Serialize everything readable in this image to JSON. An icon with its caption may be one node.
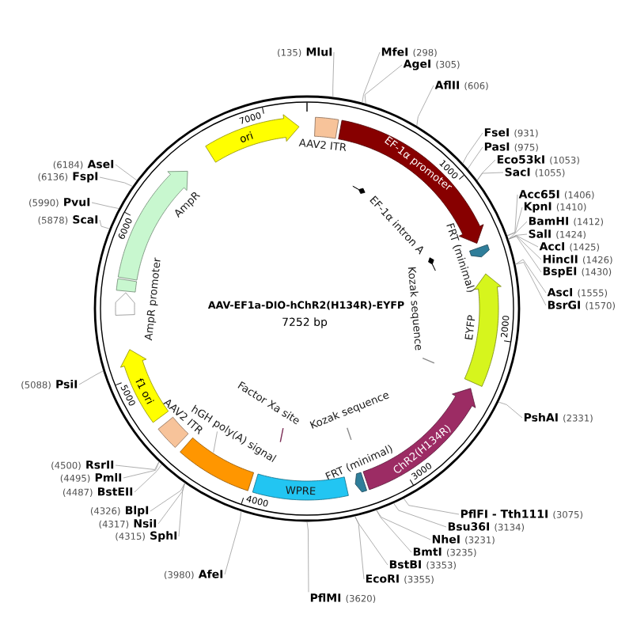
{
  "diagram": {
    "nodes": [
      {
        "text": [
          "AAV-EF1a-DIO-hChR2(H134R)-EYFP",
          "7252 bp"
        ]
      },
      {
        "text": [
          "AAV2 ITR"
        ],
        "in": 0
      },
      {
        "text": [
          "EF-1α promoter"
        ],
        "in": 0
      },
      {
        "text": [
          "EF-1α intron A"
        ],
        "in": 0
      },
      {
        "text": [
          "FRT (minimal)"
        ],
        "in": 0
      },
      {
        "text": [
          "EYFP"
        ],
        "in": 0
      },
      {
        "text": [
          "Kozak sequence"
        ],
        "in": 0
      },
      {
        "text": [
          "ChR2(H134R)"
        ],
        "in": 0
      },
      {
        "text": [
          "FRT (minimal)"
        ],
        "in": 0
      },
      {
        "text": [
          "Kozak sequence"
        ],
        "in": 0
      },
      {
        "text": [
          "WPRE"
        ],
        "in": 0
      },
      {
        "text": [
          "Factor Xa site"
        ],
        "in": 0
      },
      {
        "text": [],
        "shape": "box",
        "in": 0
      },
      {
        "text": [
          "hGH poly(A) signal"
        ],
        "in": 0
      },
      {
        "text": [
          "AAV2 ITR"
        ],
        "in": 0
      },
      {
        "text": [
          "f1 ori"
        ],
        "in": 0
      },
      {
        "text": [
          "AmpR promoter"
        ],
        "in": 0
      },
      {
        "text": [
          "AmpR"
        ],
        "in": 0
      },
      {
        "text": [
          "ori"
        ],
        "in": 0
      },
      {
        "text": [
          "(135)",
          "MluI"
        ]
      },
      {
        "text": [
          "MfeI",
          "(298)"
        ]
      },
      {
        "text": [
          "AgeI",
          "(305)"
        ]
      },
      {
        "text": [
          "AflII",
          "(606)"
        ]
      },
      {
        "text": [
          "FseI",
          "(931)"
        ]
      },
      {
        "text": [
          "PasI",
          "(975)"
        ]
      },
      {
        "text": [
          "Eco53kI",
          "(1053)"
        ]
      },
      {
        "text": [
          "SacI",
          "(1055)"
        ]
      },
      {
        "text": [
          "Acc65I",
          "(1406)"
        ]
      },
      {
        "text": [
          "KpnI",
          "(1410)"
        ]
      },
      {
        "text": [
          "BamHI",
          "(1412)"
        ]
      },
      {
        "text": [
          "SalI",
          "(1424)"
        ]
      },
      {
        "text": [
          "AccI",
          "(1425)"
        ]
      },
      {
        "text": [
          "HincII",
          "(1426)"
        ]
      },
      {
        "text": [
          "BspEI",
          "(1430)"
        ]
      },
      {
        "text": [
          "AscI",
          "(1555)"
        ]
      },
      {
        "text": [
          "BsrGI",
          "(1570)"
        ]
      },
      {
        "text": [
          "PshAI",
          "(2331)"
        ]
      },
      {
        "text": [
          "PflFI - Tth111I",
          "(3075)"
        ]
      },
      {
        "text": [
          "Bsu36I",
          "(3134)"
        ]
      },
      {
        "text": [
          "NheI",
          "(3231)"
        ]
      },
      {
        "text": [
          "BmtI",
          "(3235)"
        ]
      },
      {
        "text": [
          "BstBI",
          "(3353)"
        ]
      },
      {
        "text": [
          "EcoRI",
          "(3355)"
        ]
      },
      {
        "text": [
          "PflMI",
          "(3620)"
        ]
      },
      {
        "text": [
          "(3980)",
          "AfeI"
        ]
      },
      {
        "text": [
          "(4315)",
          "SphI"
        ]
      },
      {
        "text": [
          "(4317)",
          "NsiI"
        ]
      },
      {
        "text": [
          "(4326)",
          "BlpI"
        ]
      },
      {
        "text": [
          "(4487)",
          "BstEII"
        ]
      },
      {
        "text": [
          "(4495)",
          "PmlI"
        ]
      },
      {
        "text": [
          "(4500)",
          "RsrII"
        ]
      },
      {
        "text": [
          "(5088)",
          "PsiI"
        ]
      },
      {
        "text": [
          "(5878)",
          "ScaI"
        ]
      },
      {
        "text": [
          "(5990)",
          "PvuI"
        ]
      },
      {
        "text": [
          "(6136)",
          "FspI"
        ]
      },
      {
        "text": [
          "(6184)",
          "AseI"
        ]
      }
    ],
    "edges": [
      {
        "from": 13,
        "to": 12,
        "arrow": "none"
      },
      {
        "from": 19,
        "to": 0,
        "arrow": "none"
      },
      {
        "from": 20,
        "to": 0,
        "arrow": "none"
      },
      {
        "from": 21,
        "to": 0,
        "arrow": "none"
      },
      {
        "from": 22,
        "to": 0,
        "arrow": "none"
      },
      {
        "from": 23,
        "to": 0,
        "arrow": "none"
      },
      {
        "from": 24,
        "to": 0,
        "arrow": "none"
      },
      {
        "from": 25,
        "to": 0,
        "arrow": "none"
      },
      {
        "from": 26,
        "to": 0,
        "arrow": "none"
      },
      {
        "from": 27,
        "to": 0,
        "arrow": "none"
      },
      {
        "from": 28,
        "to": 0,
        "arrow": "none"
      },
      {
        "from": 29,
        "to": 0,
        "arrow": "none"
      },
      {
        "from": 30,
        "to": 0,
        "arrow": "none"
      },
      {
        "from": 31,
        "to": 0,
        "arrow": "none"
      },
      {
        "from": 32,
        "to": 0,
        "arrow": "none"
      },
      {
        "from": 33,
        "to": 0,
        "arrow": "none"
      },
      {
        "from": 34,
        "to": 0,
        "arrow": "none"
      },
      {
        "from": 35,
        "to": 0,
        "arrow": "none"
      },
      {
        "from": 36,
        "to": 0,
        "arrow": "none"
      },
      {
        "from": 37,
        "to": 0,
        "arrow": "none"
      },
      {
        "from": 38,
        "to": 0,
        "arrow": "none"
      },
      {
        "from": 39,
        "to": 0,
        "arrow": "none"
      },
      {
        "from": 40,
        "to": 0,
        "arrow": "none"
      },
      {
        "from": 41,
        "to": 0,
        "arrow": "none"
      },
      {
        "from": 42,
        "to": 0,
        "arrow": "none"
      },
      {
        "from": 43,
        "to": 0,
        "arrow": "none"
      },
      {
        "from": 44,
        "to": 0,
        "arrow": "none"
      },
      {
        "from": 45,
        "to": 0,
        "arrow": "none"
      },
      {
        "from": 46,
        "to": 0,
        "arrow": "none"
      },
      {
        "from": 47,
        "to": 0,
        "arrow": "none"
      },
      {
        "from": 48,
        "to": 0,
        "arrow": "none"
      },
      {
        "from": 49,
        "to": 0,
        "arrow": "none"
      },
      {
        "from": 50,
        "to": 0,
        "arrow": "none"
      },
      {
        "from": 51,
        "to": 0,
        "arrow": "none"
      },
      {
        "from": 52,
        "to": 0,
        "arrow": "none"
      },
      {
        "from": 53,
        "to": 0,
        "arrow": "none"
      },
      {
        "from": 54,
        "to": 0,
        "arrow": "none"
      },
      {
        "from": 55,
        "to": 0,
        "arrow": "none"
      }
    ],
    "labels": [
      "1000",
      "2000",
      "3000",
      "4000",
      "5000",
      "6000",
      "7000"
    ]
  }
}
